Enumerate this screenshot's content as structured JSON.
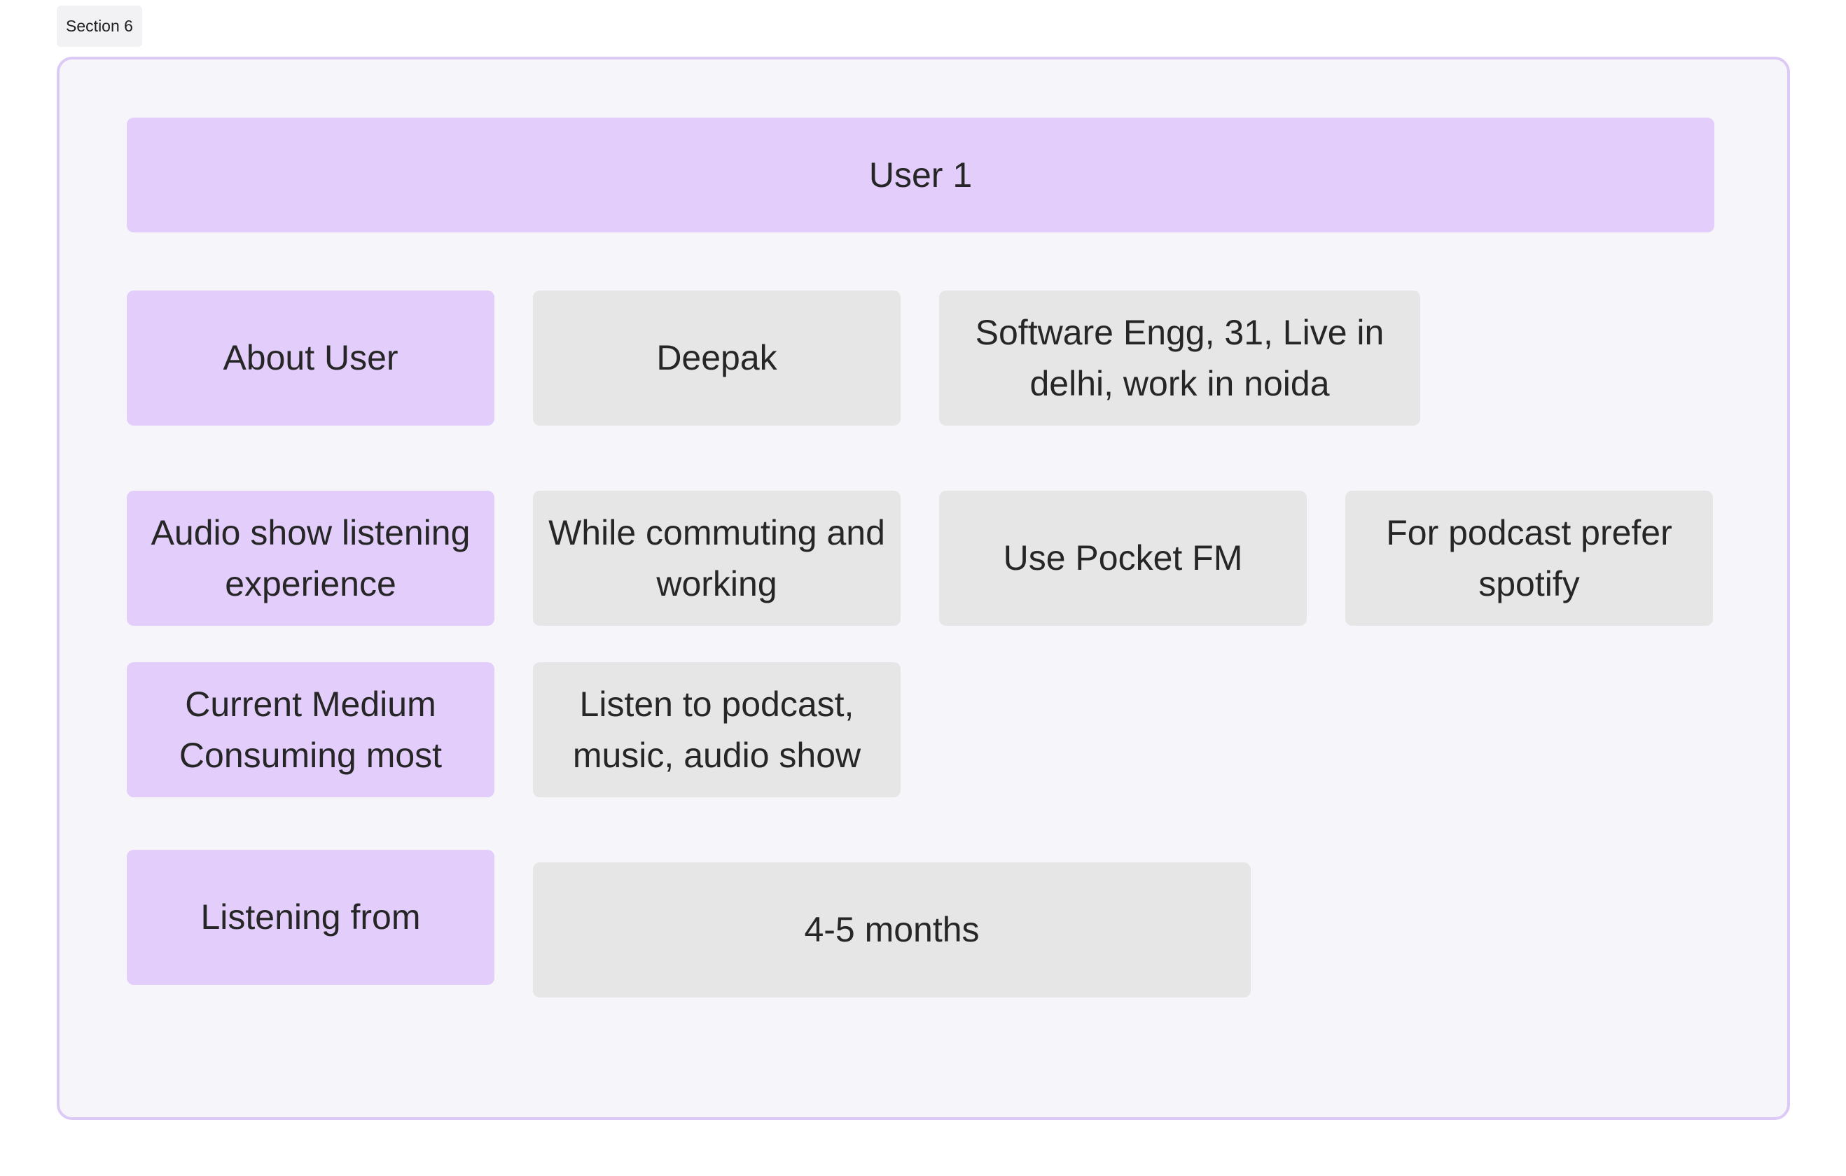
{
  "section": {
    "label": "Section 6"
  },
  "header": {
    "title": "User 1"
  },
  "rows": {
    "about": {
      "label": "About User",
      "name": "Deepak",
      "details": "Software Engg, 31, Live in delhi, work in noida"
    },
    "audio": {
      "label": "Audio show listening experience",
      "when": "While commuting and working",
      "app": "Use Pocket FM",
      "podcast_pref": "For podcast prefer spotify"
    },
    "medium": {
      "label": "Current Medium Consuming most",
      "value": "Listen to podcast, music, audio show"
    },
    "listening_from": {
      "label": "Listening from",
      "value": "4-5 months"
    }
  },
  "colors": {
    "label_sticky": "#e2cdfb",
    "value_sticky": "#e6e6e6",
    "section_border": "#dccaf6",
    "section_background": "#f6f5fa"
  }
}
